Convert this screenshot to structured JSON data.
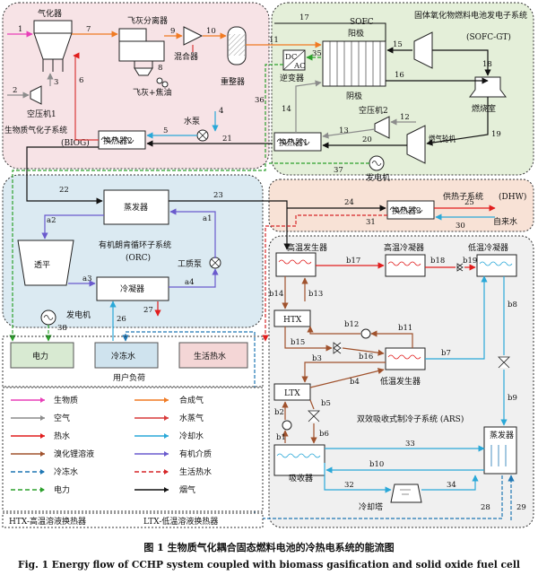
{
  "subsystems": {
    "biog": "生物质气化子系统",
    "biog_abbr": "(BIOG)",
    "sofc": "固体氧化物燃料电池发电子系统",
    "sofc_abbr": "(SOFC-GT)",
    "orc": "有机朗肯循环子系统",
    "orc_abbr": "(ORC)",
    "dhw": "供热子系统",
    "dhw_abbr": "(DHW)",
    "ars": "双效吸收式制冷子系统 (ARS)",
    "user_load": "用户负荷"
  },
  "components": {
    "gasifier": "气化器",
    "fly_ash_separator": "飞灰分离器",
    "mixer": "混合器",
    "reformer": "重整器",
    "fly_ash_tar": "飞灰+焦油",
    "air_compressor_1": "空压机1",
    "water_pump": "水泵",
    "heat_exchanger_2": "换热器2",
    "sofc": "SOFC",
    "anode": "阳极",
    "cathode": "阴极",
    "inverter": "逆变器",
    "inverter_dc": "DC",
    "inverter_ac": "AC",
    "air_compressor_2": "空压机2",
    "combustor": "燃烧室",
    "heat_exchanger_1": "换热器1",
    "gas_turbine": "燃气轮机",
    "generator": "发电机",
    "evaporator": "蒸发器",
    "expander": "透平",
    "working_pump": "工质泵",
    "condenser": "冷凝器",
    "heat_exchanger_3": "换热器3",
    "tap_water": "自来水",
    "high_temp_generator": "高温发生器",
    "high_temp_condenser": "高温冷凝器",
    "low_temp_condenser": "低温冷凝器",
    "htx": "HTX",
    "ltx": "LTX",
    "low_temp_generator": "低温发生器",
    "absorber": "吸收器",
    "cooling_tower": "冷却塔",
    "ars_evaporator": "蒸发器"
  },
  "loads": {
    "power": "电力",
    "chilled_water": "冷冻水",
    "domestic_hot_water": "生活热水"
  },
  "stream_numbers": [
    "1",
    "2",
    "3",
    "4",
    "5",
    "6",
    "7",
    "8",
    "9",
    "10",
    "11",
    "12",
    "13",
    "14",
    "15",
    "16",
    "17",
    "18",
    "19",
    "20",
    "21",
    "22",
    "23",
    "24",
    "25",
    "26",
    "27",
    "28",
    "29",
    "30",
    "31",
    "32",
    "33",
    "34",
    "35",
    "36",
    "37",
    "38"
  ],
  "orc_points": [
    "a1",
    "a2",
    "a3",
    "a4"
  ],
  "ars_points": [
    "b1",
    "b2",
    "b3",
    "b4",
    "b5",
    "b6",
    "b7",
    "b8",
    "b9",
    "b10",
    "b11",
    "b12",
    "b13",
    "b14",
    "b15",
    "b16",
    "b17",
    "b18",
    "b19"
  ],
  "legend": [
    {
      "label": "生物质",
      "color": "#e83fb8",
      "style": "solid"
    },
    {
      "label": "合成气",
      "color": "#f07a22",
      "style": "solid"
    },
    {
      "label": "空气",
      "color": "#8c8c8c",
      "style": "solid"
    },
    {
      "label": "水蒸气",
      "color": "#d93a3a",
      "style": "solid"
    },
    {
      "label": "热水",
      "color": "#e11d1d",
      "style": "solid"
    },
    {
      "label": "冷却水",
      "color": "#2aa8d8",
      "style": "solid"
    },
    {
      "label": "溴化锂溶液",
      "color": "#a0522d",
      "style": "solid"
    },
    {
      "label": "有机介质",
      "color": "#6a5acd",
      "style": "solid"
    },
    {
      "label": "冷冻水",
      "color": "#1f77b4",
      "style": "dashed"
    },
    {
      "label": "生活热水",
      "color": "#d62728",
      "style": "dashed"
    },
    {
      "label": "电力",
      "color": "#2ca02c",
      "style": "dashed"
    },
    {
      "label": "烟气",
      "color": "#111111",
      "style": "solid"
    }
  ],
  "footnote_htx": "HTX-高温溶液换热器",
  "footnote_ltx": "LTX-低温溶液换热器",
  "caption_cn": "图 1    生物质气化耦合固态燃料电池的冷热电系统的能流图",
  "caption_en": "Fig. 1    Energy flow of CCHP system coupled with biomass gasification and solid oxide fuel cell",
  "colors": {
    "biog_bg": "#f7e3e6",
    "sofc_bg": "#e4efd9",
    "orc_bg": "#dbeaf2",
    "dhw_bg": "#f8e2d6",
    "ars_bg": "#f0f0f0",
    "power_box": "#d8ead2",
    "chilled_box": "#cfe3ee",
    "dhw_box": "#f4d6d6"
  }
}
